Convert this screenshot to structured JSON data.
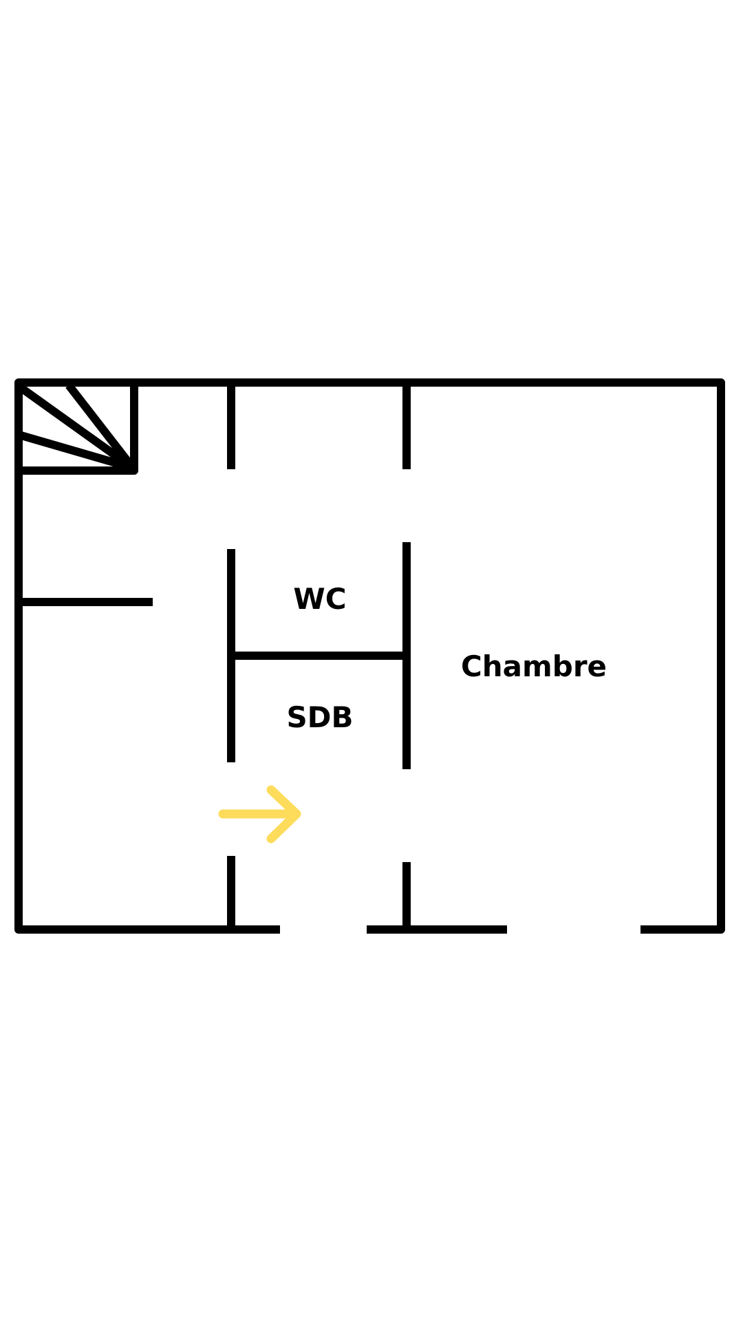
{
  "plan": {
    "rooms": {
      "wc": "WC",
      "sdb": "SDB",
      "chambre": "Chambre"
    },
    "colors": {
      "wall": "#000000",
      "arrow": "#FDDC5C",
      "background": "#FFFFFF"
    },
    "icons": {
      "staircase": "staircase-icon",
      "direction": "arrow-right-icon"
    }
  }
}
